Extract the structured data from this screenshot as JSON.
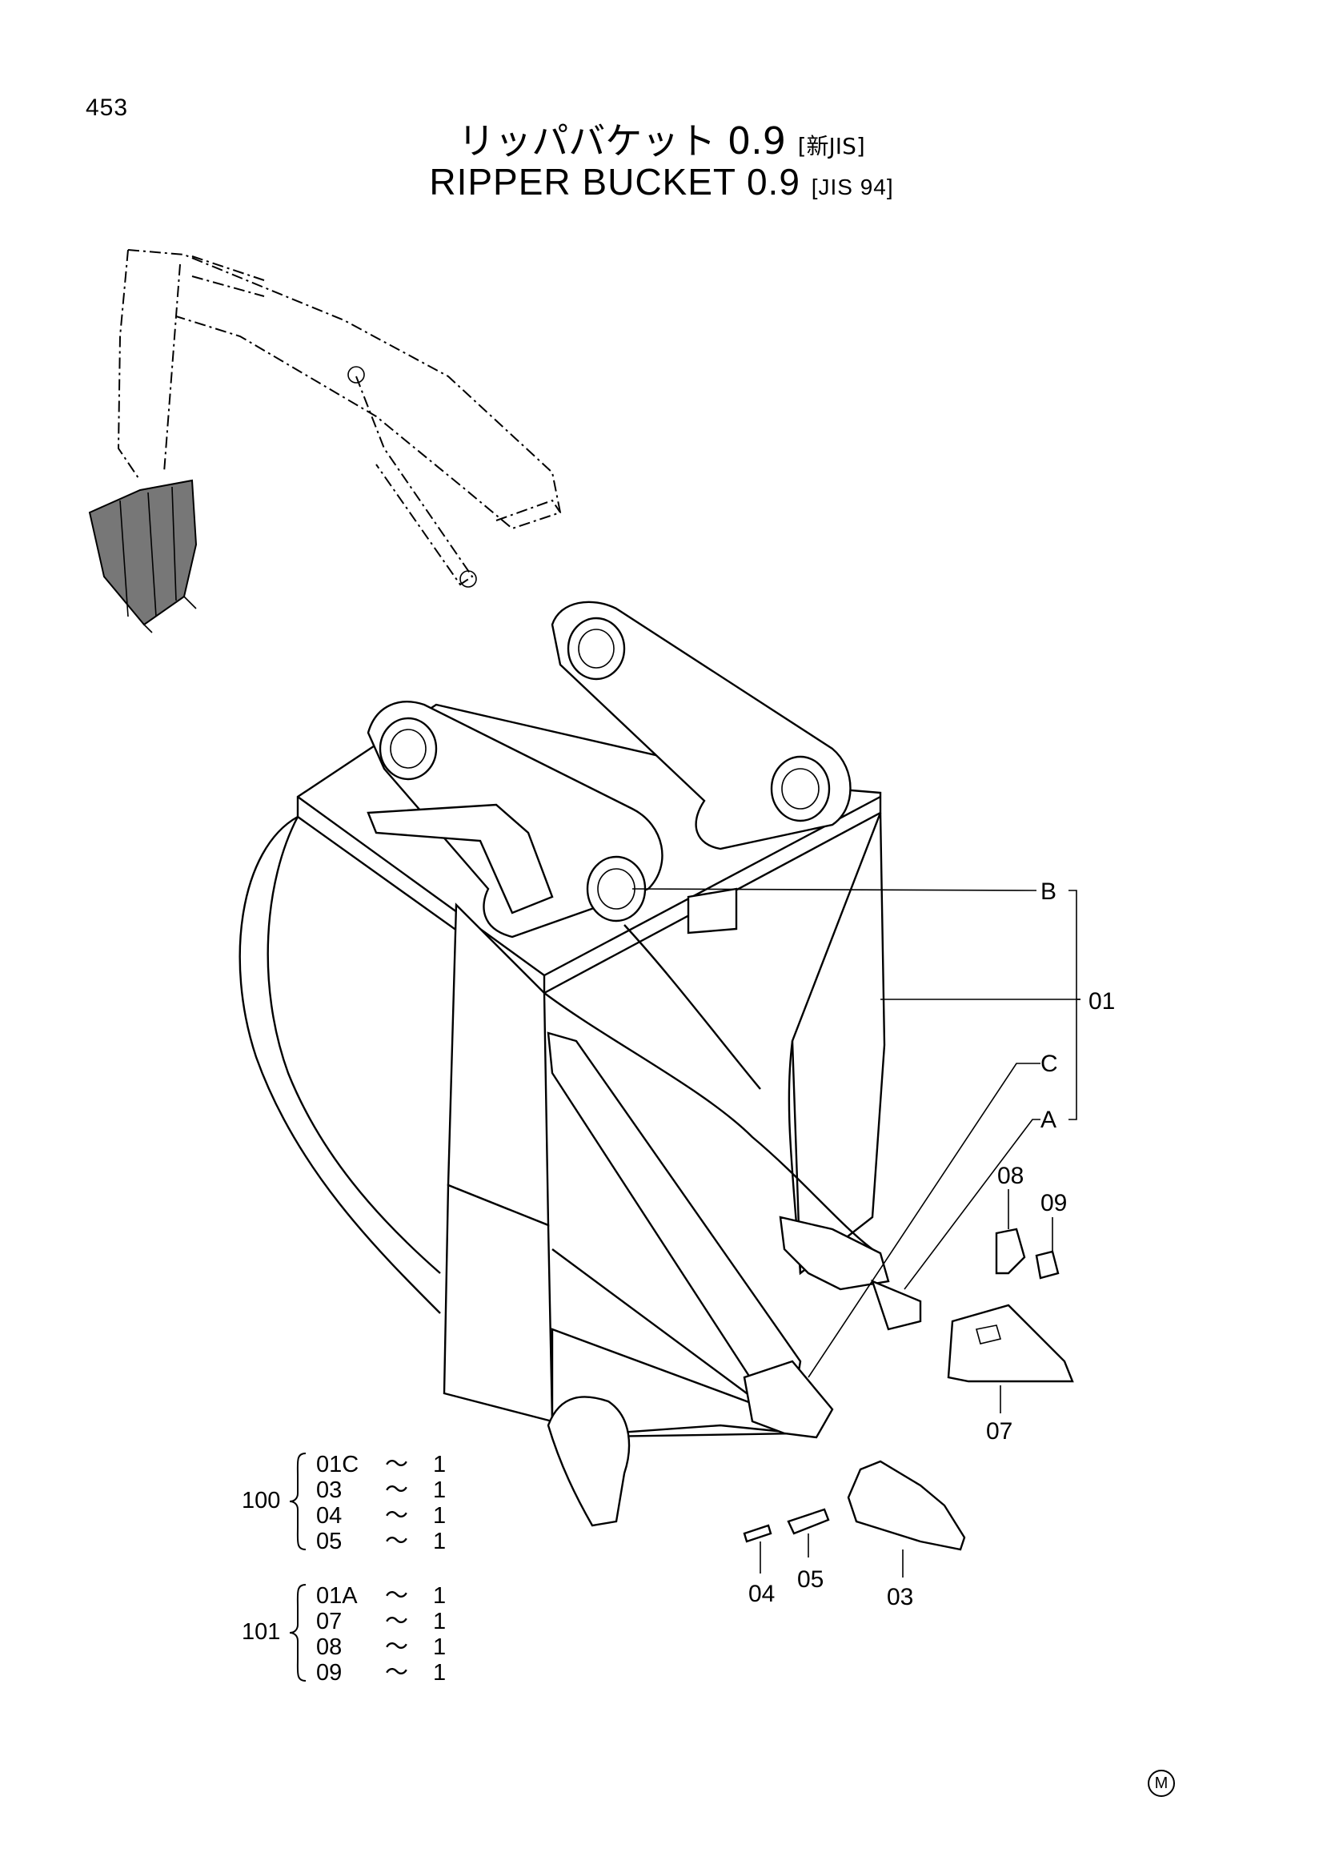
{
  "page_number": "453",
  "title": {
    "jp": "リッパバケット 0.9",
    "jp_std": "[新JIS]",
    "en": "RIPPER BUCKET 0.9",
    "en_std": "[JIS 94]"
  },
  "callouts": {
    "B": "B",
    "C": "C",
    "A": "A",
    "p01": "01",
    "p08": "08",
    "p09": "09",
    "p07": "07",
    "p04": "04",
    "p05": "05",
    "p03": "03"
  },
  "kits": [
    {
      "number": "100",
      "rows": [
        {
          "part": "01C",
          "sep": "～",
          "qty": "1"
        },
        {
          "part": "03",
          "sep": "～",
          "qty": "1"
        },
        {
          "part": "04",
          "sep": "～",
          "qty": "1"
        },
        {
          "part": "05",
          "sep": "～",
          "qty": "1"
        }
      ]
    },
    {
      "number": "101",
      "rows": [
        {
          "part": "01A",
          "sep": "～",
          "qty": "1"
        },
        {
          "part": "07",
          "sep": "～",
          "qty": "1"
        },
        {
          "part": "08",
          "sep": "～",
          "qty": "1"
        },
        {
          "part": "09",
          "sep": "～",
          "qty": "1"
        }
      ]
    }
  ],
  "corner_mark": "M"
}
